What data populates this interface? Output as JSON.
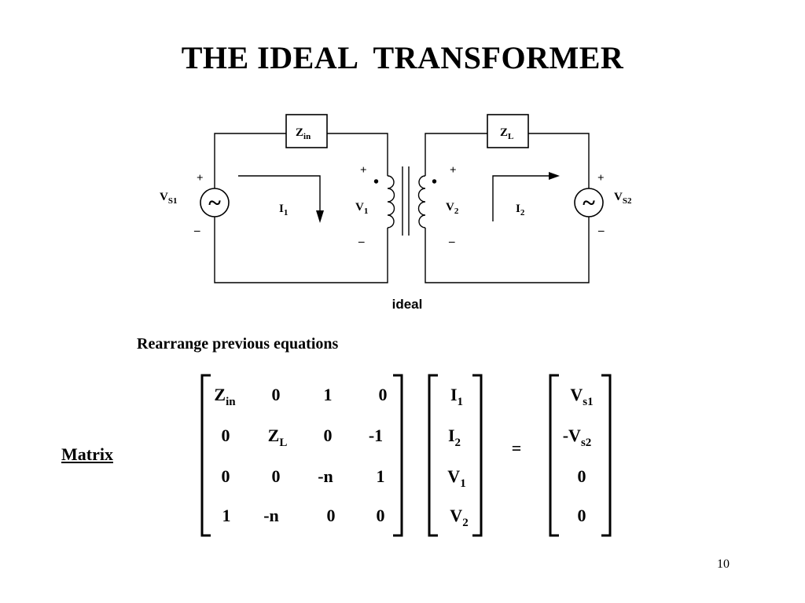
{
  "slide": {
    "title": "THE IDEAL  TRANSFORMER",
    "subtitle": "Rearrange previous equations",
    "matrix_label": "Matrix",
    "page_number": "10"
  },
  "circuit": {
    "zin_main": "Z",
    "zin_sub": "in",
    "zl_main": "Z",
    "zl_sub": "L",
    "vs1_main": "V",
    "vs1_sub": "S1",
    "vs2_main": "V",
    "vs2_sub": "S2",
    "i1_main": "I",
    "i1_sub": "1",
    "i2_main": "I",
    "i2_sub": "2",
    "v1_main": "V",
    "v1_sub": "1",
    "v2_main": "V",
    "v2_sub": "2",
    "plus": "+",
    "minus": "_",
    "dot": "•",
    "tilde": "~",
    "core_label": "ideal"
  },
  "matrix": {
    "a11_main": "Z",
    "a11_sub": "in",
    "a12": "0",
    "a13": "1",
    "a14": "0",
    "a21": "0",
    "a22_main": "Z",
    "a22_sub": "L",
    "a23": "0",
    "a24": "-1",
    "a31": "0",
    "a32": "0",
    "a33": "-n",
    "a34": "1",
    "a41": "1",
    "a42": "-n",
    "a43": "0",
    "a44": "0"
  },
  "unknowns": {
    "x1_main": "I",
    "x1_sub": "1",
    "x2_main": "I",
    "x2_sub": "2",
    "x3_main": "V",
    "x3_sub": "1",
    "x4_main": "V",
    "x4_sub": "2"
  },
  "equals": "=",
  "rhs": {
    "b1_main": "V",
    "b1_sub": "s1",
    "b2_main": "-V",
    "b2_sub": "s2",
    "b3": "0",
    "b4": "0"
  }
}
